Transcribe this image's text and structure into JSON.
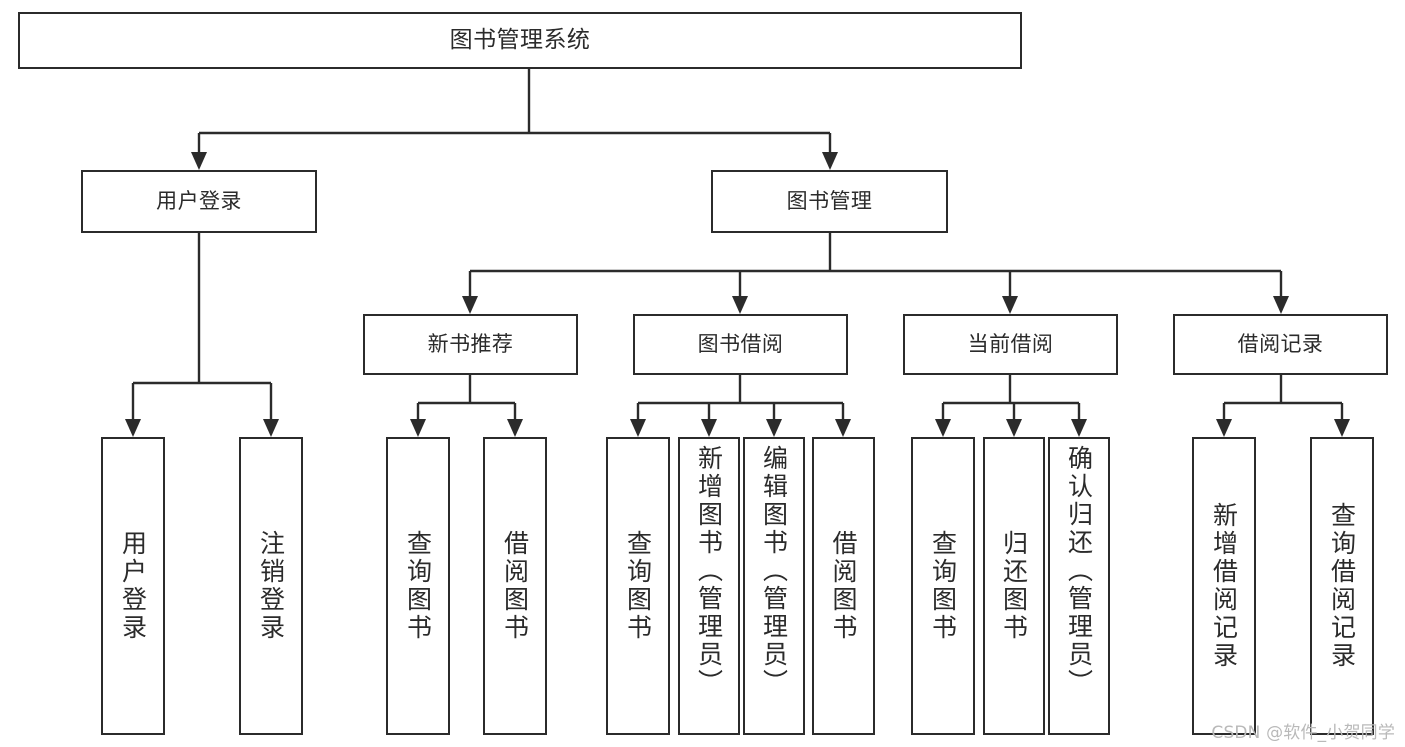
{
  "diagram": {
    "title": "图书管理系统",
    "type": "tree-hierarchy",
    "root": {
      "label": "图书管理系统"
    },
    "level2": [
      {
        "label": "用户登录"
      },
      {
        "label": "图书管理"
      }
    ],
    "level3": [
      {
        "label": "新书推荐"
      },
      {
        "label": "图书借阅"
      },
      {
        "label": "当前借阅"
      },
      {
        "label": "借阅记录"
      }
    ],
    "leaves": {
      "user_login": [
        {
          "label": "用户登录"
        },
        {
          "label": "注销登录"
        }
      ],
      "new_book_rec": [
        {
          "label": "查询图书"
        },
        {
          "label": "借阅图书"
        }
      ],
      "book_borrow": [
        {
          "label": "查询图书"
        },
        {
          "label": "新增图书（管理员）"
        },
        {
          "label": "编辑图书（管理员）"
        },
        {
          "label": "借阅图书"
        }
      ],
      "current_borrow": [
        {
          "label": "查询图书"
        },
        {
          "label": "归还图书"
        },
        {
          "label": "确认归还（管理员）"
        }
      ],
      "borrow_record": [
        {
          "label": "新增借阅记录"
        },
        {
          "label": "查询借阅记录"
        }
      ]
    }
  },
  "watermark": {
    "text": "CSDN @软件_小贺同学"
  },
  "colors": {
    "background": "#ffffff",
    "stroke": "#2b2b2b",
    "text": "#2b2b2b",
    "watermark": "#b9b9b9"
  }
}
